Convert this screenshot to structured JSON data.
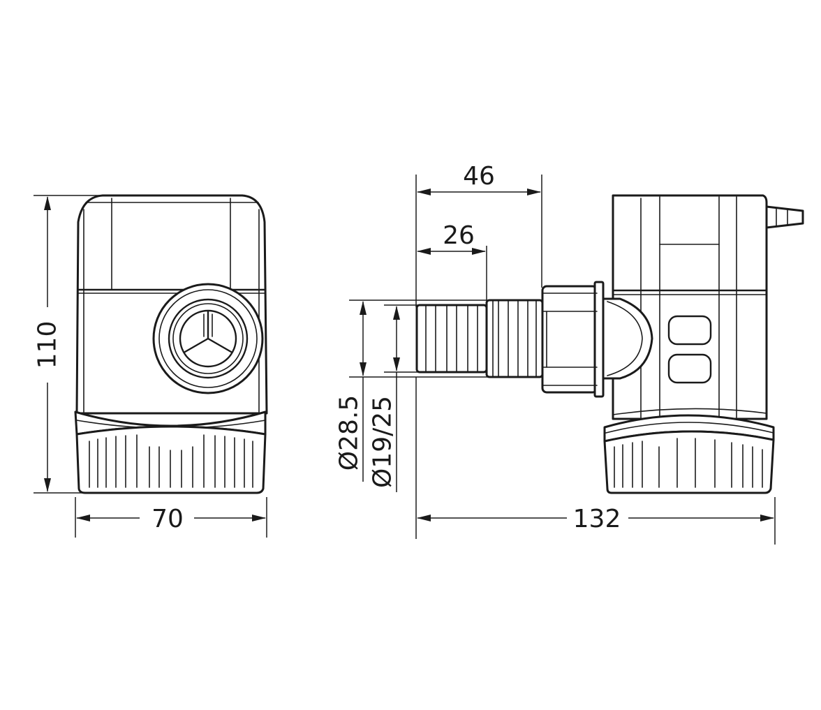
{
  "dimensions": {
    "height": "110",
    "front_width": "70",
    "outlet_reach": "46",
    "hose_length": "26",
    "outer_diameter": "Ø28.5",
    "hose_diameters": "Ø19/25",
    "total_length": "132"
  },
  "colors": {
    "line": "#1a1a1a",
    "background": "#ffffff"
  }
}
